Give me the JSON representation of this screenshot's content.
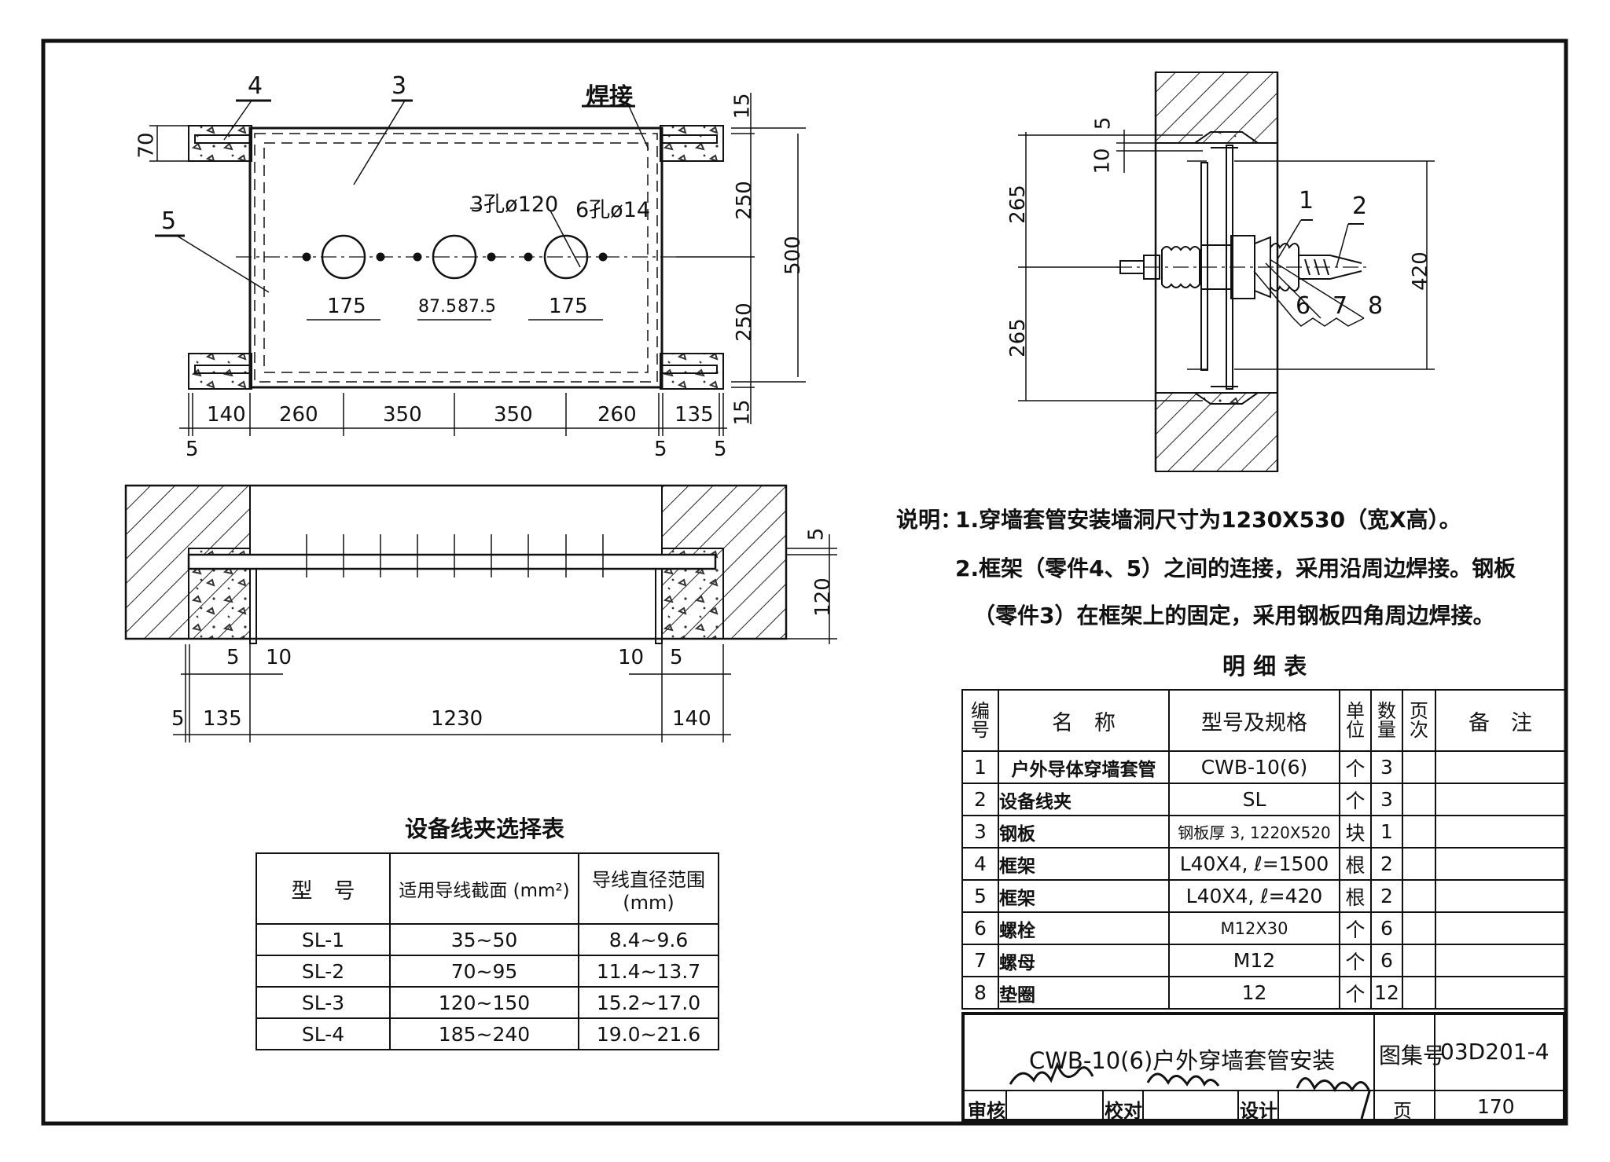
{
  "plan_view": {
    "part_labels": {
      "p4": "4",
      "p3": "3",
      "p5": "5",
      "weld": "焊接"
    },
    "hole_labels": {
      "big": "3孔ø120",
      "small": "6孔ø14"
    },
    "dims_right": {
      "top_gap": "15",
      "upper": "250",
      "total": "500",
      "lower": "250",
      "bottom_gap": "15"
    },
    "dims_left": {
      "flange": "70"
    },
    "dims_holes": {
      "left": "175",
      "mid_a": "87.5",
      "mid_b": "87.5",
      "right": "175"
    },
    "dims_bottom": [
      "140",
      "260",
      "350",
      "350",
      "260",
      "135"
    ],
    "dims_small": {
      "left": "5",
      "right_a": "5",
      "right_b": "5"
    }
  },
  "section_view": {
    "dims_right": {
      "top": "5",
      "depth": "120"
    },
    "dims_inner": {
      "l5": "5",
      "l10": "10",
      "r10": "10",
      "r5": "5"
    },
    "dims_bottom": {
      "l5": "5",
      "l135": "135",
      "span": "1230",
      "r140": "140"
    }
  },
  "side_view": {
    "dims_left": {
      "d5": "5",
      "d10": "10",
      "upper": "265",
      "lower": "265"
    },
    "dims_right": {
      "total": "420"
    },
    "part_labels": {
      "p1": "1",
      "p2": "2",
      "p6": "6",
      "p7": "7",
      "p8": "8"
    }
  },
  "notes": {
    "label": "说明：",
    "line1": "1.穿墙套管安装墙洞尺寸为1230X530（宽X高）。",
    "line2": "2.框架（零件4、5）之间的连接，采用沿周边焊接。钢板",
    "line3": "（零件3）在框架上的固定，采用钢板四角周边焊接。"
  },
  "clamp_table": {
    "title": "设备线夹选择表",
    "headers": [
      "型　号",
      "适用导线截面 (mm²)",
      "导线直径范围 (mm)"
    ],
    "rows": [
      [
        "SL-1",
        "35~50",
        "8.4~9.6"
      ],
      [
        "SL-2",
        "70~95",
        "11.4~13.7"
      ],
      [
        "SL-3",
        "120~150",
        "15.2~17.0"
      ],
      [
        "SL-4",
        "185~240",
        "19.0~21.6"
      ]
    ]
  },
  "bom_table": {
    "title": "明 细 表",
    "headers": [
      "编号",
      "名　称",
      "型号及规格",
      "单位",
      "数量",
      "页次",
      "备　注"
    ],
    "rows": [
      [
        "1",
        "户外导体穿墙套管",
        "CWB-10(6)",
        "个",
        "3",
        "",
        ""
      ],
      [
        "2",
        "设备线夹",
        "SL",
        "个",
        "3",
        "",
        ""
      ],
      [
        "3",
        "钢板",
        "钢板厚 3, 1220X520",
        "块",
        "1",
        "",
        ""
      ],
      [
        "4",
        "框架",
        "L40X4, ℓ=1500",
        "根",
        "2",
        "",
        ""
      ],
      [
        "5",
        "框架",
        "L40X4, ℓ=420",
        "根",
        "2",
        "",
        ""
      ],
      [
        "6",
        "螺栓",
        "M12X30",
        "个",
        "6",
        "",
        ""
      ],
      [
        "7",
        "螺母",
        "M12",
        "个",
        "6",
        "",
        ""
      ],
      [
        "8",
        "垫圈",
        "12",
        "个",
        "12",
        "",
        ""
      ]
    ]
  },
  "title_block": {
    "drawing_title": "CWB-10(6)户外穿墙套管安装",
    "atlas_label": "图集号",
    "atlas_no": "03D201-4",
    "review_label": "审核",
    "check_label": "校对",
    "design_label": "设计",
    "page_label": "页",
    "page_no": "170"
  }
}
